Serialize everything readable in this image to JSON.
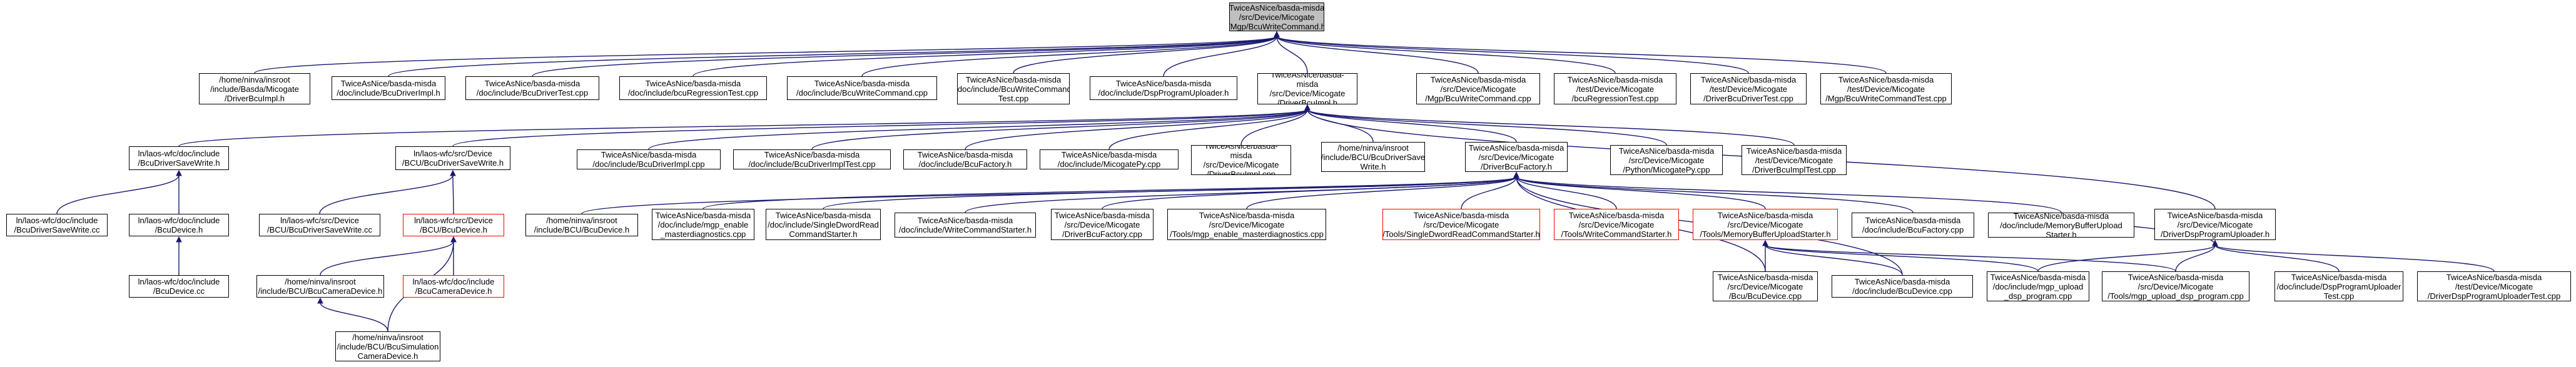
{
  "graph": {
    "edge_color": "#191970",
    "root_fill": "#bfbfbf",
    "node_fill": "#ffffff",
    "missing_border": "#ff0000",
    "nodes": [
      {
        "id": "n0",
        "name": "bcu-write-command-header",
        "label": "TwiceAsNice/basda-misda\n/src/Device/Micogate\n/Mgp/BcuWriteCommand.h",
        "kind": "root"
      },
      {
        "id": "n1",
        "name": "micogate-driver-bcu-impl-header-app",
        "label": "/home/ninva/insroot\n/include/Basda/Micogate\n/DriverBcuImpl.h"
      },
      {
        "id": "n2",
        "name": "bcu-driver-impl-h-doc",
        "label": "TwiceAsNice/basda-misda\n/doc/include/BcuDriverImpl.h"
      },
      {
        "id": "n3",
        "name": "bcu-driver-test-cpp-doc",
        "label": "TwiceAsNice/basda-misda\n/doc/include/BcuDriverTest.cpp"
      },
      {
        "id": "n4",
        "name": "bcu-regression-test-cpp-doc",
        "label": "TwiceAsNice/basda-misda\n/doc/include/bcuRegressionTest.cpp"
      },
      {
        "id": "n5",
        "name": "bcu-write-command-cpp-doc",
        "label": "TwiceAsNice/basda-misda\n/doc/include/BcuWriteCommand.cpp"
      },
      {
        "id": "n6",
        "name": "bcu-write-command-test-cpp-doc",
        "label": "TwiceAsNice/basda-misda\n/doc/include/BcuWriteCommand\nTest.cpp"
      },
      {
        "id": "n7",
        "name": "dsp-program-uploader-h-doc",
        "label": "TwiceAsNice/basda-misda\n/doc/include/DspProgramUploader.h"
      },
      {
        "id": "n8",
        "name": "micogate-driver-bcu-impl-h",
        "label": "TwiceAsNice/basda-misda\n/src/Device/Micogate\n/DriverBcuImpl.h"
      },
      {
        "id": "n9",
        "name": "mgp-bcu-write-command-cpp",
        "label": "TwiceAsNice/basda-misda\n/src/Device/Micogate\n/Mgp/BcuWriteCommand.cpp"
      },
      {
        "id": "n10",
        "name": "bcu-regression-test-cpp-test",
        "label": "TwiceAsNice/basda-misda\n/test/Device/Micogate\n/bcuRegressionTest.cpp"
      },
      {
        "id": "n11",
        "name": "driver-bcu-driver-test-cpp-test",
        "label": "TwiceAsNice/basda-misda\n/test/Device/Micogate\n/DriverBcuDriverTest.cpp"
      },
      {
        "id": "n12",
        "name": "mgp-bcu-write-command-test-cpp",
        "label": "TwiceAsNice/basda-misda\n/test/Device/Micogate\n/Mgp/BcuWriteCommandTest.cpp"
      },
      {
        "id": "n13",
        "name": "laos-bcu-driver-save-write-h-doc",
        "label": "ln/laos-wfc/doc/include\n/BcuDriverSaveWrite.h"
      },
      {
        "id": "n14",
        "name": "laos-bcu-driver-save-write-h-src",
        "label": "ln/laos-wfc/src/Device\n/BCU/BcuDriverSaveWrite.h"
      },
      {
        "id": "n15",
        "name": "bcu-driver-impl-cpp-doc",
        "label": "TwiceAsNice/basda-misda\n/doc/include/BcuDriverImpl.cpp"
      },
      {
        "id": "n16",
        "name": "bcu-driver-impl-test-cpp-doc",
        "label": "TwiceAsNice/basda-misda\n/doc/include/BcuDriverImplTest.cpp"
      },
      {
        "id": "n17",
        "name": "bcu-factory-h-doc",
        "label": "TwiceAsNice/basda-misda\n/doc/include/BcuFactory.h"
      },
      {
        "id": "n18",
        "name": "micogate-py-cpp-doc",
        "label": "TwiceAsNice/basda-misda\n/doc/include/MicogatePy.cpp"
      },
      {
        "id": "n19",
        "name": "driver-bcu-impl-cpp",
        "label": "TwiceAsNice/basda-misda\n/src/Device/Micogate\n/DriverBcuImpl.cpp"
      },
      {
        "id": "n20",
        "name": "bcu-driver-save-write-h-app",
        "label": "/home/ninva/insroot\n/include/BCU/BcuDriverSave\nWrite.h"
      },
      {
        "id": "n21",
        "name": "micogate-driver-bcu-factory-h",
        "label": "TwiceAsNice/basda-misda\n/src/Device/Micogate\n/DriverBcuFactory.h"
      },
      {
        "id": "n22",
        "name": "python-micogate-py-cpp",
        "label": "TwiceAsNice/basda-misda\n/src/Device/Micogate\n/Python/MicogatePy.cpp"
      },
      {
        "id": "n23",
        "name": "driver-bcu-impl-test-cpp-test",
        "label": "TwiceAsNice/basda-misda\n/test/Device/Micogate\n/DriverBcuImplTest.cpp"
      },
      {
        "id": "n24",
        "name": "laos-bcu-driver-save-write-cc-doc",
        "label": "ln/laos-wfc/doc/include\n/BcuDriverSaveWrite.cc"
      },
      {
        "id": "n25",
        "name": "laos-bcu-device-h-doc",
        "label": "ln/laos-wfc/doc/include\n/BcuDevice.h"
      },
      {
        "id": "n26",
        "name": "laos-bcu-driver-save-write-cc-src",
        "label": "ln/laos-wfc/src/Device\n/BCU/BcuDriverSaveWrite.cc"
      },
      {
        "id": "n27",
        "name": "laos-bcu-device-h-src",
        "label": "ln/laos-wfc/src/Device\n/BCU/BcuDevice.h",
        "missing": true
      },
      {
        "id": "n28",
        "name": "bcu-device-h-app",
        "label": "/home/ninva/insroot\n/include/BCU/BcuDevice.h"
      },
      {
        "id": "n29",
        "name": "mgp-enable-masterdiagnostics-h-doc",
        "label": "TwiceAsNice/basda-misda\n/doc/include/mgp_enable\n_masterdiagnostics.cpp"
      },
      {
        "id": "n30",
        "name": "single-dword-read-command-starter-h-doc",
        "label": "TwiceAsNice/basda-misda\n/doc/include/SingleDwordRead\nCommandStarter.h"
      },
      {
        "id": "n31",
        "name": "write-command-starter-h-doc",
        "label": "TwiceAsNice/basda-misda\n/doc/include/WriteCommandStarter.h"
      },
      {
        "id": "n32",
        "name": "driver-bcu-factory-cpp",
        "label": "TwiceAsNice/basda-misda\n/src/Device/Micogate\n/DriverBcuFactory.cpp"
      },
      {
        "id": "n33",
        "name": "tools-mgp-enable-masterdiagnostics-cpp",
        "label": "TwiceAsNice/basda-misda\n/src/Device/Micogate\n/Tools/mgp_enable_masterdiagnostics.cpp"
      },
      {
        "id": "n34",
        "name": "tools-single-dword-read-command-starter-h",
        "label": "TwiceAsNice/basda-misda\n/src/Device/Micogate\n/Tools/SingleDwordReadCommandStarter.h",
        "missing": true
      },
      {
        "id": "n35",
        "name": "tools-write-command-starter-h",
        "label": "TwiceAsNice/basda-misda\n/src/Device/Micogate\n/Tools/WriteCommandStarter.h",
        "missing": true
      },
      {
        "id": "n36",
        "name": "tools-memory-buffer-upload-starter-h",
        "label": "TwiceAsNice/basda-misda\n/src/Device/Micogate\n/Tools/MemoryBufferUploadStarter.h",
        "missing": true
      },
      {
        "id": "n37",
        "name": "bcu-factory-cpp-doc",
        "label": "TwiceAsNice/basda-misda\n/doc/include/BcuFactory.cpp"
      },
      {
        "id": "n38",
        "name": "memory-buffer-upload-starter-h-doc",
        "label": "TwiceAsNice/basda-misda\n/doc/include/MemoryBufferUpload\nStarter.h"
      },
      {
        "id": "n39",
        "name": "driver-dsp-program-uploader-h",
        "label": "TwiceAsNice/basda-misda\n/src/Device/Micogate\n/DriverDspProgramUploader.h"
      },
      {
        "id": "n40",
        "name": "laos-bcu-device-cc-doc",
        "label": "ln/laos-wfc/doc/include\n/BcuDevice.cc"
      },
      {
        "id": "n41",
        "name": "bcu-camera-device-h-app",
        "label": "/home/ninva/insroot\n/include/BCU/BcuCameraDevice.h"
      },
      {
        "id": "n42",
        "name": "laos-bcu-camera-device-h-doc",
        "label": "ln/laos-wfc/doc/include\n/BcuCameraDevice.h",
        "missing": true
      },
      {
        "id": "n43",
        "name": "bcu-simulation-camera-device-h-app",
        "label": "/home/ninva/insroot\n/include/BCU/BcuSimulation\nCameraDevice.h"
      },
      {
        "id": "n44",
        "name": "micogate-bcu-bcu-device-cpp",
        "label": "TwiceAsNice/basda-misda\n/src/Device/Micogate\n/Bcu/BcuDevice.cpp"
      },
      {
        "id": "n45",
        "name": "bcu-device-cpp-doc",
        "label": "TwiceAsNice/basda-misda\n/doc/include/BcuDevice.cpp"
      },
      {
        "id": "n46",
        "name": "mgp-upload-dsp-program-cpp-doc",
        "label": "TwiceAsNice/basda-misda\n/doc/include/mgp_upload\n_dsp_program.cpp"
      },
      {
        "id": "n47",
        "name": "tools-mgp-upload-dsp-program-cpp",
        "label": "TwiceAsNice/basda-misda\n/src/Device/Micogate\n/Tools/mgp_upload_dsp_program.cpp"
      },
      {
        "id": "n48",
        "name": "dsp-program-uploader-test-cpp-doc",
        "label": "TwiceAsNice/basda-misda\n/doc/include/DspProgramUploader\nTest.cpp"
      },
      {
        "id": "n49",
        "name": "driver-dsp-program-uploader-test-cpp-test",
        "label": "TwiceAsNice/basda-misda\n/test/Device/Micogate\n/DriverDspProgramUploaderTest.cpp"
      }
    ]
  }
}
